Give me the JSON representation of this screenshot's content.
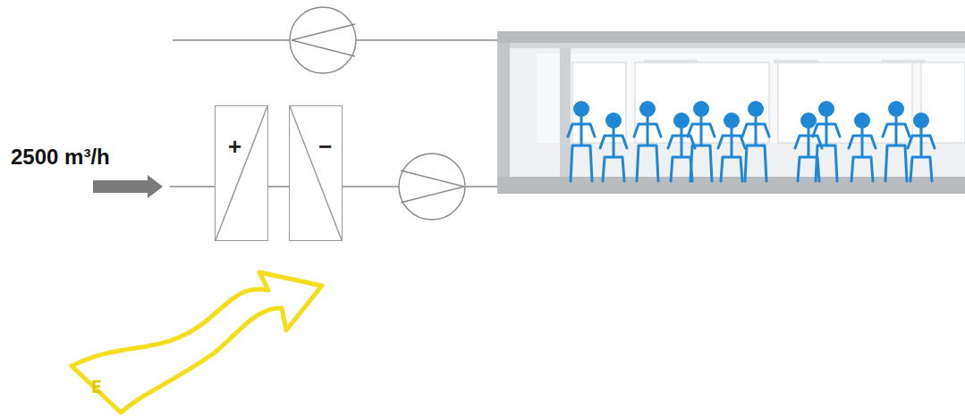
{
  "diagram": {
    "nodes": [
      {
        "text": [
          "+"
        ]
      },
      {
        "text": [
          "−"
        ]
      }
    ],
    "edges": [
      {
        "from": 0,
        "to": 1,
        "arrow": "none"
      }
    ],
    "labels": [
      "2500 m³/h",
      "E"
    ]
  }
}
